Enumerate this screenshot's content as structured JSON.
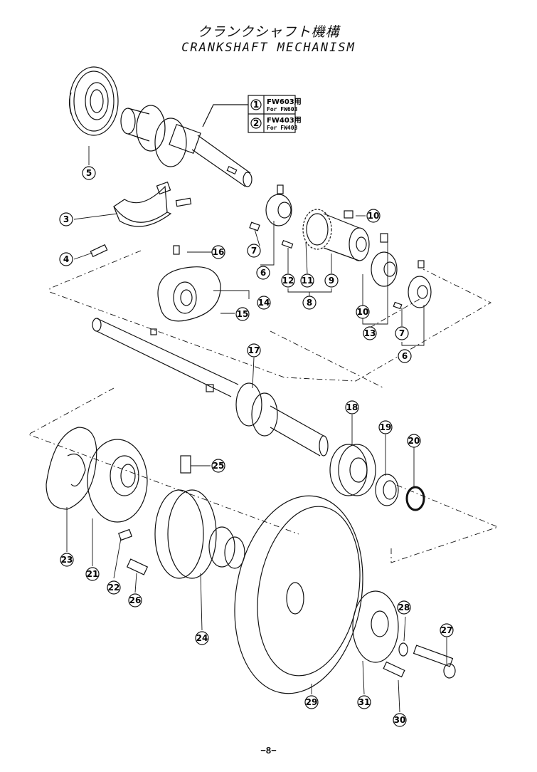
{
  "title_jp": "クランクシャフト機構",
  "title_en": "CRANKSHAFT MECHANISM",
  "page_number": "−8−",
  "legend": [
    {
      "num": "1",
      "line1": "FW603用",
      "line2": "For FW603"
    },
    {
      "num": "2",
      "line1": "FW403用",
      "line2": "For FW403"
    }
  ],
  "callouts": [
    {
      "id": "c5",
      "num": "5"
    },
    {
      "id": "c3",
      "num": "3"
    },
    {
      "id": "c4",
      "num": "4"
    },
    {
      "id": "c16",
      "num": "16"
    },
    {
      "id": "c7a",
      "num": "7"
    },
    {
      "id": "c6a",
      "num": "6"
    },
    {
      "id": "c12",
      "num": "12"
    },
    {
      "id": "c11",
      "num": "11"
    },
    {
      "id": "c9",
      "num": "9"
    },
    {
      "id": "c8",
      "num": "8"
    },
    {
      "id": "c10a",
      "num": "10"
    },
    {
      "id": "c10b",
      "num": "10"
    },
    {
      "id": "c13",
      "num": "13"
    },
    {
      "id": "c7b",
      "num": "7"
    },
    {
      "id": "c6b",
      "num": "6"
    },
    {
      "id": "c14",
      "num": "14"
    },
    {
      "id": "c15",
      "num": "15"
    },
    {
      "id": "c17",
      "num": "17"
    },
    {
      "id": "c18",
      "num": "18"
    },
    {
      "id": "c19",
      "num": "19"
    },
    {
      "id": "c20",
      "num": "20"
    },
    {
      "id": "c25",
      "num": "25"
    },
    {
      "id": "c23",
      "num": "23"
    },
    {
      "id": "c21",
      "num": "21"
    },
    {
      "id": "c22",
      "num": "22"
    },
    {
      "id": "c26",
      "num": "26"
    },
    {
      "id": "c24",
      "num": "24"
    },
    {
      "id": "c28",
      "num": "28"
    },
    {
      "id": "c27",
      "num": "27"
    },
    {
      "id": "c29",
      "num": "29"
    },
    {
      "id": "c31",
      "num": "31"
    },
    {
      "id": "c30",
      "num": "30"
    }
  ]
}
